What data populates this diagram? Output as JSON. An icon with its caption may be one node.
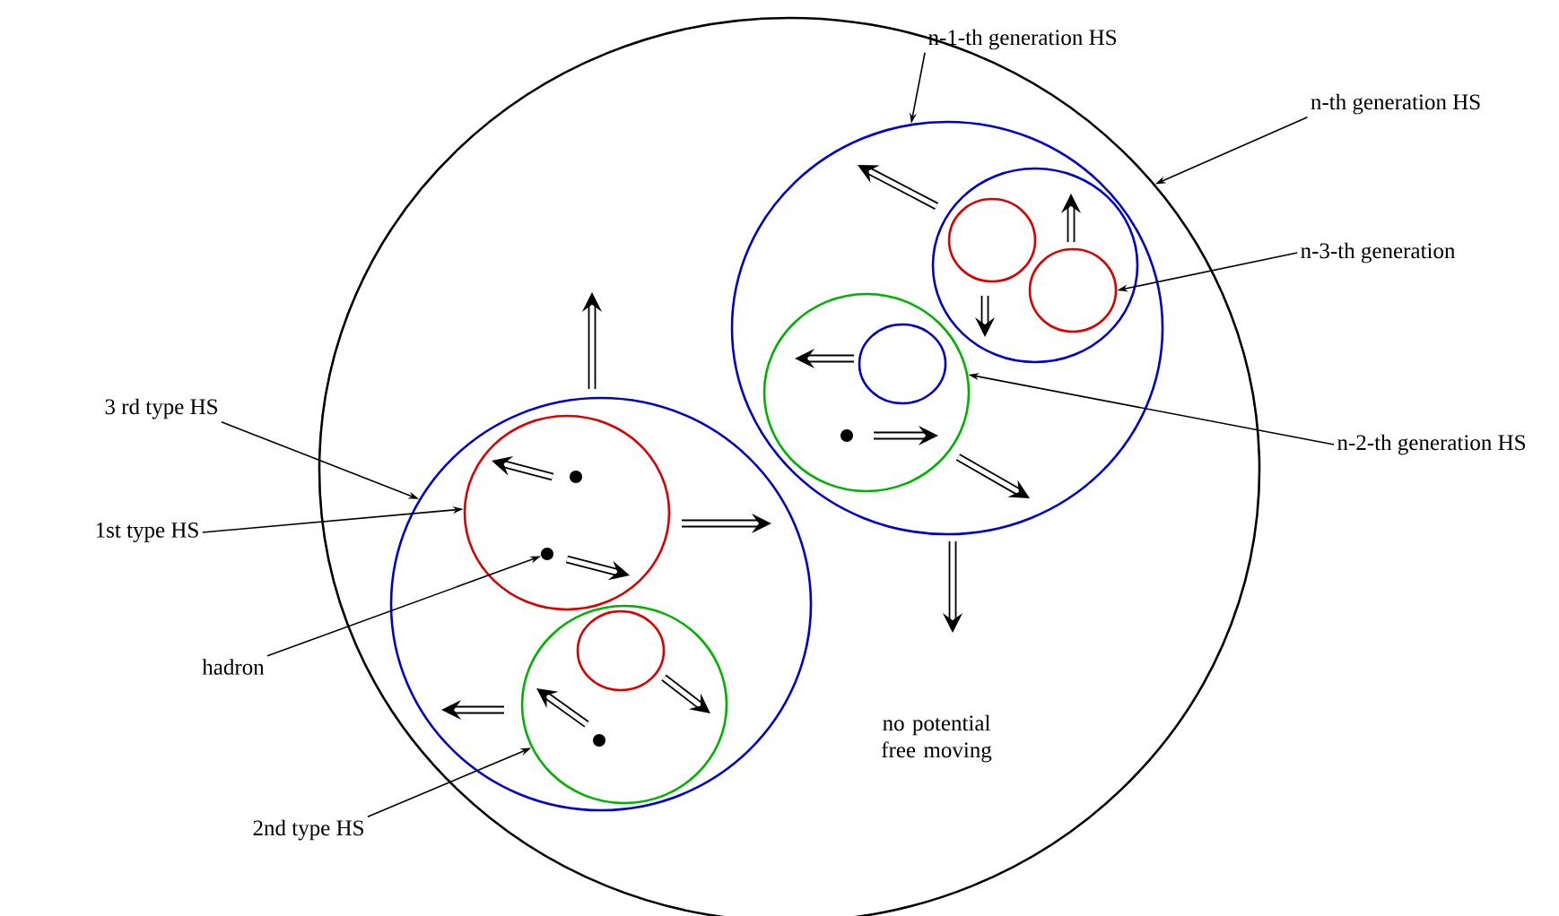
{
  "diagram": {
    "nodes": [
      {
        "text": [],
        "shape": "circle"
      },
      {
        "text": [],
        "shape": "circle",
        "in": 0
      },
      {
        "text": [],
        "shape": "circle",
        "in": 1
      },
      {
        "text": [],
        "shape": "circle",
        "in": 2
      },
      {
        "text": [],
        "shape": "circle",
        "in": 2
      },
      {
        "text": [],
        "shape": "circle",
        "in": 1
      },
      {
        "text": [],
        "shape": "circle",
        "in": 5
      },
      {
        "text": [],
        "shape": "circle",
        "in": 5
      },
      {
        "text": [],
        "shape": "circle",
        "in": 0
      },
      {
        "text": [],
        "shape": "circle",
        "in": 8
      },
      {
        "text": [],
        "shape": "circle",
        "in": 9
      },
      {
        "text": [],
        "shape": "circle",
        "in": 9
      },
      {
        "text": [],
        "shape": "circle",
        "in": 8
      },
      {
        "text": [],
        "shape": "circle",
        "in": 12
      },
      {
        "text": [],
        "shape": "circle",
        "in": 12
      },
      {
        "text": [
          "n-1-th generation HS"
        ]
      },
      {
        "text": [
          "n-th generation HS"
        ]
      },
      {
        "text": [
          "n-3-th generation"
        ]
      },
      {
        "text": [
          "3 rd type HS"
        ]
      },
      {
        "text": [
          "n-2-th generation HS"
        ]
      },
      {
        "text": [
          "1st type HS"
        ]
      },
      {
        "text": [
          "hadron"
        ]
      },
      {
        "text": [
          "2nd type HS"
        ]
      }
    ],
    "edges": [
      {
        "from": 15,
        "to": 8,
        "arrow": "to"
      },
      {
        "from": 16,
        "to": 0,
        "arrow": "to"
      },
      {
        "from": 17,
        "to": 11,
        "arrow": "to"
      },
      {
        "from": 18,
        "to": 1,
        "arrow": "to"
      },
      {
        "from": 19,
        "to": 12,
        "arrow": "to"
      },
      {
        "from": 20,
        "to": 2,
        "arrow": "to"
      },
      {
        "from": 21,
        "to": 4,
        "arrow": "to"
      },
      {
        "from": 22,
        "to": 5,
        "arrow": "to"
      }
    ],
    "labels": [
      "no potential free moving"
    ]
  }
}
